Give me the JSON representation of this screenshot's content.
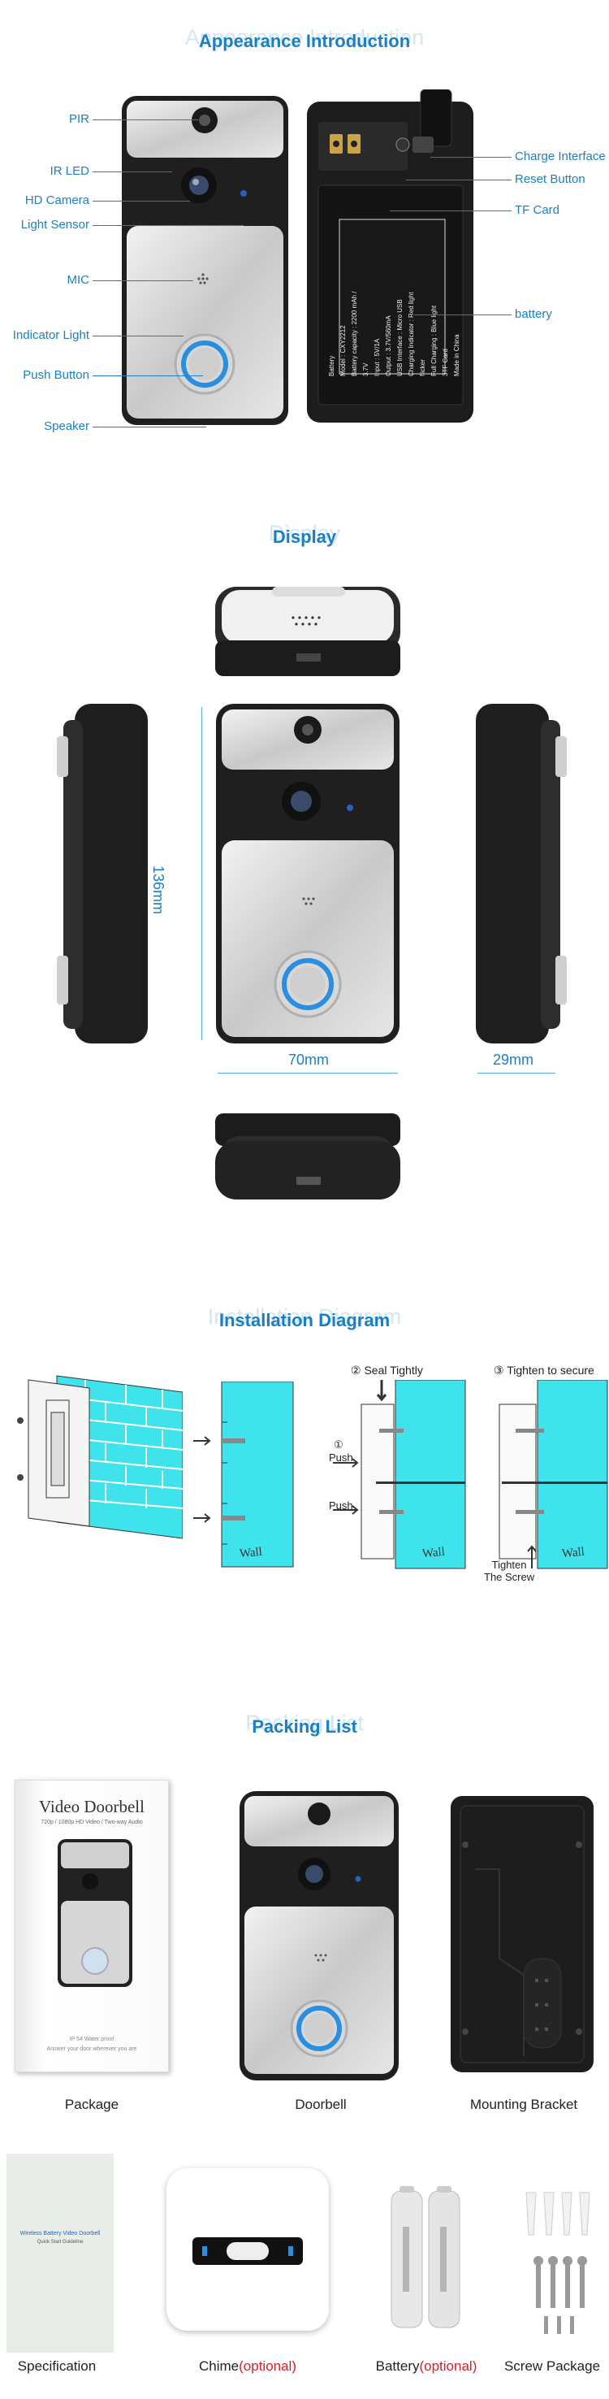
{
  "sections": {
    "appearance": {
      "title": "Appearance Introduction"
    },
    "display": {
      "title": "Display"
    },
    "installation": {
      "title": "Installation Diagram"
    },
    "packing": {
      "title": "Packing List"
    }
  },
  "appearance_labels": {
    "pir": "PIR",
    "ir_led": "IR LED",
    "hd_camera": "HD Camera",
    "light_sensor": "Light Sensor",
    "mic": "MIC",
    "indicator_light": "Indicator Light",
    "push_button": "Push Button",
    "speaker": "Speaker",
    "charge_interface": "Charge Interface",
    "reset_button": "Reset Button",
    "tf_card": "TF Card",
    "battery": "battery"
  },
  "battery_sticker": {
    "lines": [
      "Battery",
      "Model : CXY2212",
      "Battery capacity : 2200 mAh / 3.7V",
      "Input : 5V/1A",
      "Output : 3.7V/560mA",
      "USB Interface : Micro USB",
      "Charging Indicator : Red light flicker",
      "Full Charging : Blue light",
      "3TF Card",
      "Made in China"
    ]
  },
  "display_dims": {
    "height": "136mm",
    "width": "70mm",
    "depth": "29mm"
  },
  "install": {
    "step2": "② Seal Tightly",
    "step3": "③ Tighten to secure",
    "step1": "①",
    "push": "Push",
    "tighten": "Tighten",
    "the_screw": "The Screw",
    "wall": "Wall"
  },
  "package_box": {
    "title": "Video Doorbell",
    "subtitle": "720p / 1080p HD Video / Two-way Audio",
    "footer1": "IP 54 Water proof",
    "footer2": "Answer your door wherever you are"
  },
  "manual": {
    "title": "Wireless Battery Video Doorbell",
    "subtitle": "Quick Start Guideline"
  },
  "packing_items": [
    {
      "label": "Package",
      "optional": ""
    },
    {
      "label": "Doorbell",
      "optional": ""
    },
    {
      "label": "Mounting Bracket",
      "optional": ""
    },
    {
      "label": "Specification",
      "optional": ""
    },
    {
      "label": "Chime",
      "optional": "(optional)"
    },
    {
      "label": "Battery",
      "optional": "(optional)"
    },
    {
      "label": "Screw Package",
      "optional": ""
    }
  ],
  "colors": {
    "accent": "#1b7fc2",
    "wall": "#3fe3ec",
    "ring": "#2a8fe0"
  }
}
